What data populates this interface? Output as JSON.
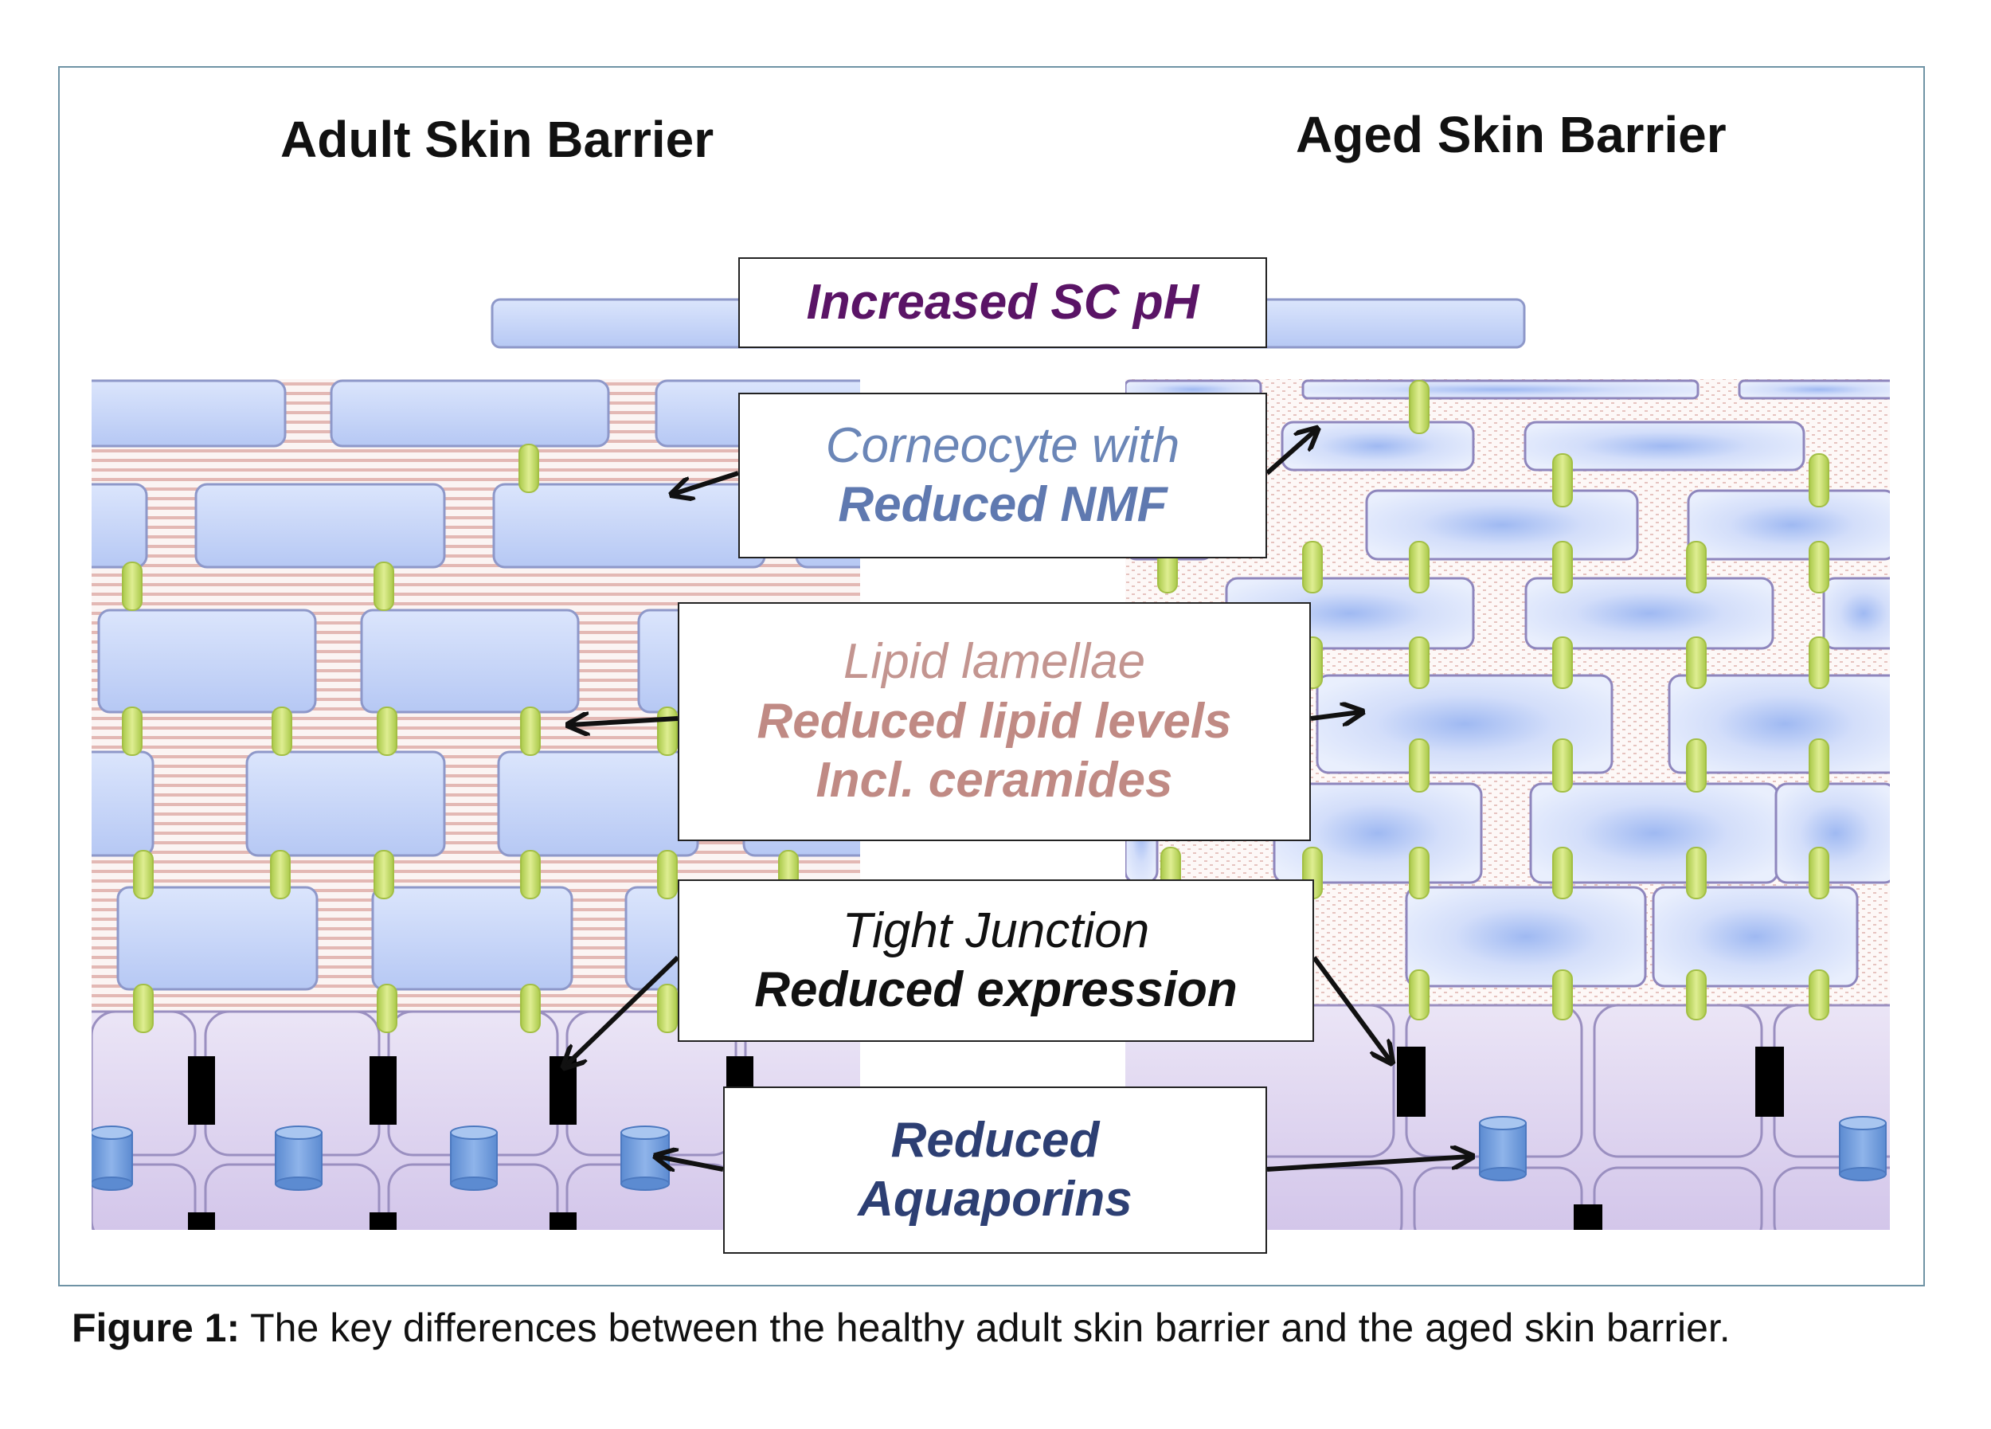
{
  "panels": {
    "adult_title": "Adult Skin Barrier",
    "aged_title": "Aged Skin Barrier"
  },
  "labels": {
    "ph": "Increased SC pH",
    "corneocyte_line1": "Corneocyte with",
    "corneocyte_line2": "Reduced NMF",
    "lipid_line1": "Lipid lamellae",
    "lipid_line2": "Reduced lipid levels",
    "lipid_line3": "Incl. ceramides",
    "tj_line1": "Tight Junction",
    "tj_line2": "Reduced expression",
    "aqp_line1": "Reduced",
    "aqp_line2": "Aquaporins"
  },
  "caption": {
    "prefix": "Figure 1:",
    "text": "The key differences between the healthy adult skin barrier and the aged skin barrier."
  },
  "colors": {
    "corneocyte_fill": "#c3d3f8",
    "corneocyte_stroke": "#8e98c9",
    "lipid_stripe": "#e3b8b4",
    "junction": "#c8dc6a",
    "tight_junction": "#000000",
    "aquaporin": "#6f9bd8",
    "living_cell": "#e0d6f0",
    "ph_text": "#5a1466",
    "nmf_text": "#5f79b0",
    "lipid_text": "#c08a84",
    "aqp_text": "#2d3f73"
  }
}
